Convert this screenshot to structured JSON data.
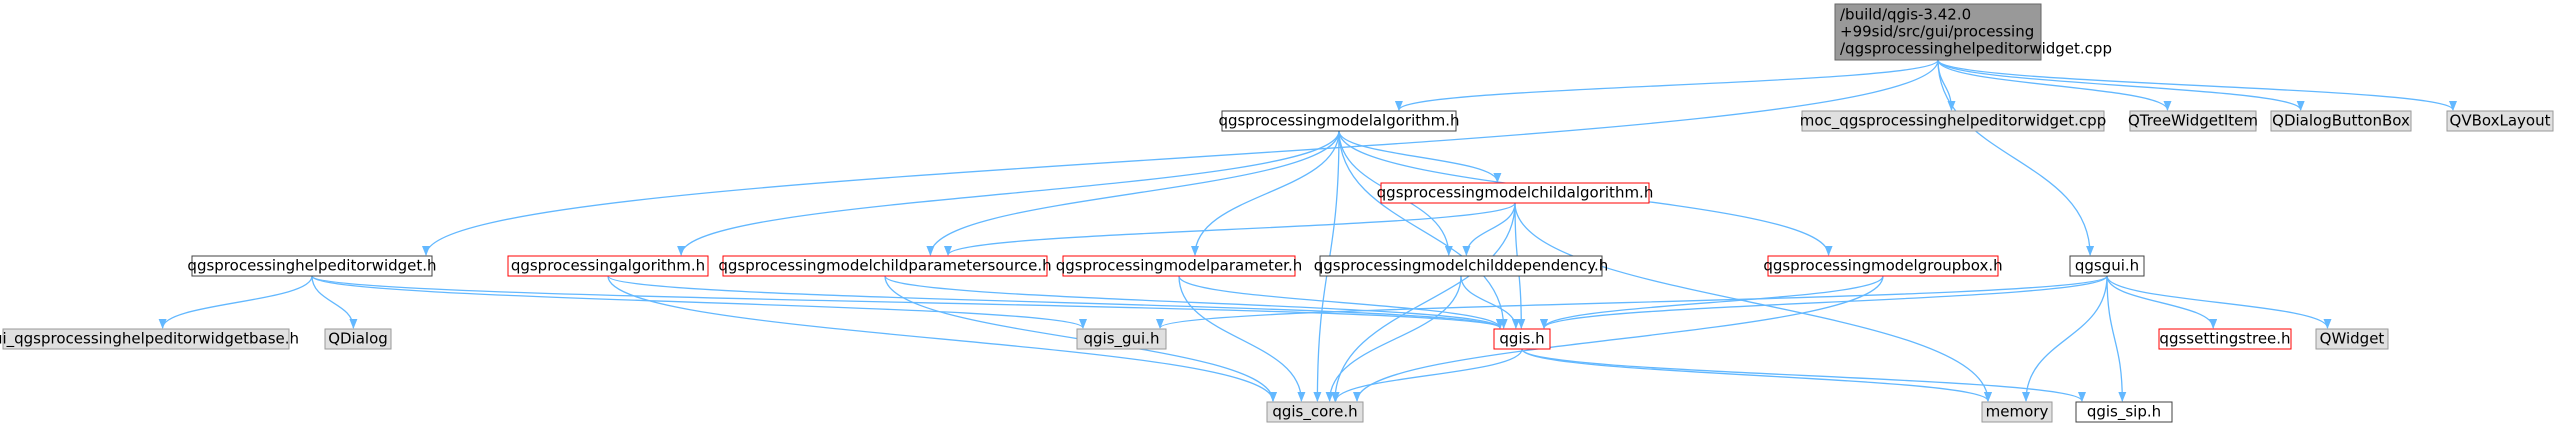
{
  "colors": {
    "edge": "#63b8ff",
    "root_fill": "#999999",
    "grey_fill": "#e0e0e0",
    "white_fill": "#ffffff",
    "border_dark": "#666666",
    "border_black": "#404040",
    "border_red": "#ff0000",
    "border_grey": "#999999"
  },
  "nodes": [
    {
      "id": "root",
      "lines": [
        "/build/qgis-3.42.0",
        "+99sid/src/gui/processing",
        "/qgsprocessinghelpeditorwidget.cpp"
      ],
      "style": "root"
    },
    {
      "id": "modelalgorithm",
      "lines": [
        "qgsprocessingmodelalgorithm.h"
      ],
      "style": "white"
    },
    {
      "id": "moc",
      "lines": [
        "moc_qgsprocessinghelpeditorwidget.cpp"
      ],
      "style": "grey"
    },
    {
      "id": "qtreewidgetitem",
      "lines": [
        "QTreeWidgetItem"
      ],
      "style": "grey"
    },
    {
      "id": "qdialogbuttonbox",
      "lines": [
        "QDialogButtonBox"
      ],
      "style": "grey"
    },
    {
      "id": "qvboxlayout",
      "lines": [
        "QVBoxLayout"
      ],
      "style": "grey"
    },
    {
      "id": "childalgorithm",
      "lines": [
        "qgsprocessingmodelchildalgorithm.h"
      ],
      "style": "red"
    },
    {
      "id": "helpeditorwidget_h",
      "lines": [
        "qgsprocessinghelpeditorwidget.h"
      ],
      "style": "white"
    },
    {
      "id": "processingalgorithm",
      "lines": [
        "qgsprocessingalgorithm.h"
      ],
      "style": "red"
    },
    {
      "id": "childparametersource",
      "lines": [
        "qgsprocessingmodelchildparametersource.h"
      ],
      "style": "red"
    },
    {
      "id": "modelparameter",
      "lines": [
        "qgsprocessingmodelparameter.h"
      ],
      "style": "red"
    },
    {
      "id": "childdependency",
      "lines": [
        "qgsprocessingmodelchilddependency.h"
      ],
      "style": "white"
    },
    {
      "id": "groupbox",
      "lines": [
        "qgsprocessingmodelgroupbox.h"
      ],
      "style": "red"
    },
    {
      "id": "qgsgui",
      "lines": [
        "qgsgui.h"
      ],
      "style": "white"
    },
    {
      "id": "ui_base",
      "lines": [
        "ui_qgsprocessinghelpeditorwidgetbase.h"
      ],
      "style": "grey"
    },
    {
      "id": "qdialog",
      "lines": [
        "QDialog"
      ],
      "style": "grey"
    },
    {
      "id": "qgis_gui",
      "lines": [
        "qgis_gui.h"
      ],
      "style": "grey"
    },
    {
      "id": "qgis_h",
      "lines": [
        "qgis.h"
      ],
      "style": "red"
    },
    {
      "id": "qgssettingstree",
      "lines": [
        "qgssettingstree.h"
      ],
      "style": "red"
    },
    {
      "id": "qwidget",
      "lines": [
        "QWidget"
      ],
      "style": "grey"
    },
    {
      "id": "qgis_core",
      "lines": [
        "qgis_core.h"
      ],
      "style": "grey"
    },
    {
      "id": "memory",
      "lines": [
        "memory"
      ],
      "style": "grey"
    },
    {
      "id": "qgis_sip",
      "lines": [
        "qgis_sip.h"
      ],
      "style": "white"
    }
  ],
  "edges": [
    [
      "root",
      "modelalgorithm"
    ],
    [
      "root",
      "moc"
    ],
    [
      "root",
      "qtreewidgetitem"
    ],
    [
      "root",
      "qdialogbuttonbox"
    ],
    [
      "root",
      "qvboxlayout"
    ],
    [
      "root",
      "helpeditorwidget_h"
    ],
    [
      "root",
      "qgsgui"
    ],
    [
      "modelalgorithm",
      "childalgorithm"
    ],
    [
      "modelalgorithm",
      "processingalgorithm"
    ],
    [
      "modelalgorithm",
      "childparametersource"
    ],
    [
      "modelalgorithm",
      "modelparameter"
    ],
    [
      "modelalgorithm",
      "childdependency"
    ],
    [
      "modelalgorithm",
      "groupbox"
    ],
    [
      "modelalgorithm",
      "qgis_h"
    ],
    [
      "modelalgorithm",
      "qgis_core"
    ],
    [
      "childalgorithm",
      "childparametersource"
    ],
    [
      "childalgorithm",
      "childdependency"
    ],
    [
      "childalgorithm",
      "qgis_h"
    ],
    [
      "childalgorithm",
      "qgis_core"
    ],
    [
      "childalgorithm",
      "memory"
    ],
    [
      "helpeditorwidget_h",
      "ui_base"
    ],
    [
      "helpeditorwidget_h",
      "qdialog"
    ],
    [
      "helpeditorwidget_h",
      "qgis_gui"
    ],
    [
      "helpeditorwidget_h",
      "qgis_h"
    ],
    [
      "processingalgorithm",
      "qgis_h"
    ],
    [
      "processingalgorithm",
      "qgis_core"
    ],
    [
      "childparametersource",
      "qgis_h"
    ],
    [
      "childparametersource",
      "qgis_core"
    ],
    [
      "modelparameter",
      "qgis_h"
    ],
    [
      "modelparameter",
      "qgis_core"
    ],
    [
      "childdependency",
      "qgis_h"
    ],
    [
      "childdependency",
      "qgis_core"
    ],
    [
      "groupbox",
      "qgis_h"
    ],
    [
      "groupbox",
      "qgis_core"
    ],
    [
      "qgsgui",
      "qgis_gui"
    ],
    [
      "qgsgui",
      "qgis_h"
    ],
    [
      "qgsgui",
      "qgssettingstree"
    ],
    [
      "qgsgui",
      "qwidget"
    ],
    [
      "qgsgui",
      "memory"
    ],
    [
      "qgsgui",
      "qgis_sip"
    ],
    [
      "qgis_h",
      "qgis_core"
    ],
    [
      "qgis_h",
      "memory"
    ],
    [
      "qgis_h",
      "qgis_sip"
    ]
  ]
}
